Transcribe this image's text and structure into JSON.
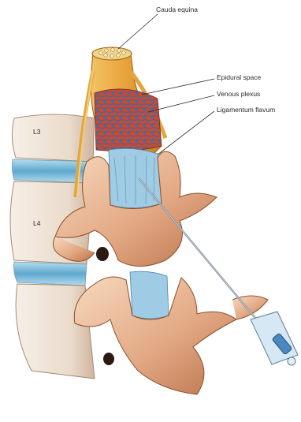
{
  "labels": {
    "cauda_equina": "Cauda equina",
    "epidural_space": "Epidural space",
    "venous_plexus": "Venous plexus",
    "ligamentum_flavum": "Ligamentum flavum",
    "l3": "L3",
    "l4": "L4"
  },
  "colors": {
    "bone": "#e6b48f",
    "bone_shadow": "#b8734a",
    "bone_light": "#f4dcc3",
    "vertebral_body": "#efe3d6",
    "disc": "#7fbcd8",
    "ligament": "#9fcbe4",
    "dura": "#e8a33a",
    "venous": "#2f6fb0",
    "fat": "#d4462a",
    "needle": "#9aa7b5",
    "syringe": "#b9d6ea"
  }
}
